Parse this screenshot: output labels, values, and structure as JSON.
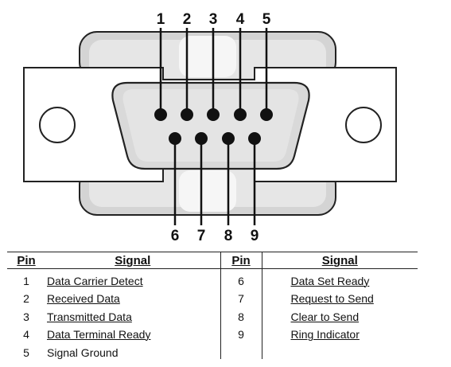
{
  "pin_labels_top": [
    "1",
    "2",
    "3",
    "4",
    "5"
  ],
  "pin_labels_bottom": [
    "6",
    "7",
    "8",
    "9"
  ],
  "table": {
    "headers": [
      "Pin",
      "Signal",
      "Pin",
      "Signal"
    ],
    "rows": [
      {
        "left_pin": "1",
        "left_signal": "Data Carrier Detect",
        "right_pin": "6",
        "right_signal": "Data Set Ready"
      },
      {
        "left_pin": "2",
        "left_signal": "Received Data",
        "right_pin": "7",
        "right_signal": "Request to Send"
      },
      {
        "left_pin": "3",
        "left_signal": "Transmitted Data",
        "right_pin": "8",
        "right_signal": "Clear to Send"
      },
      {
        "left_pin": "4",
        "left_signal": "Data  Terminal Ready",
        "right_pin": "9",
        "right_signal": "Ring Indicator"
      },
      {
        "left_pin": "5",
        "left_signal": "Signal Ground",
        "right_pin": "",
        "right_signal": ""
      }
    ]
  },
  "colors": {
    "shell_fill": "#d9d9d9",
    "shell_light": "#eeeeee",
    "stroke": "#222222",
    "pin_fill": "#111111"
  }
}
